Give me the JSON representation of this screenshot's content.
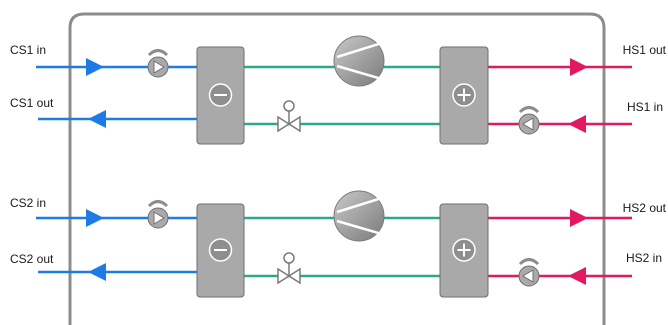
{
  "colors": {
    "cold": "#1e7be6",
    "hot": "#e2195e",
    "internal": "#2aa98a",
    "unit_fill": "#a9a9a9",
    "unit_stroke": "#6e6e6e",
    "frame": "#8c8c8c"
  },
  "icons": {
    "evaporator": "minus-heat-exchanger-icon",
    "condenser": "plus-heat-exchanger-icon",
    "compressor": "compressor-icon",
    "pump": "pump-icon",
    "valve": "expansion-valve-icon"
  },
  "circuits": [
    {
      "cold_in": "CS1 in",
      "cold_out": "CS1 out",
      "hot_out": "HS1 out",
      "hot_in": "HS1 in"
    },
    {
      "cold_in": "CS2 in",
      "cold_out": "CS2 out",
      "hot_out": "HS2 out",
      "hot_in": "HS2 in"
    }
  ]
}
